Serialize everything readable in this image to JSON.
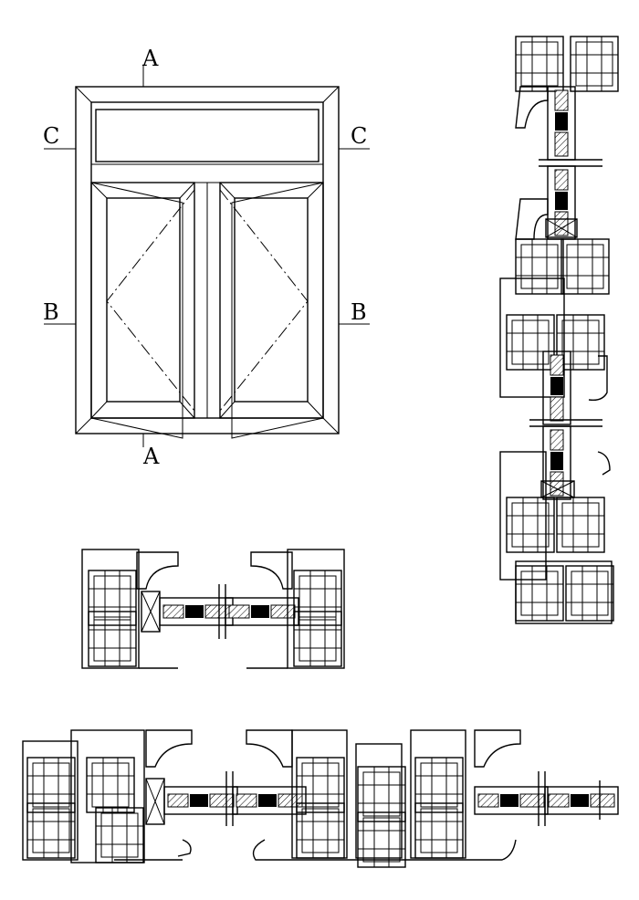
{
  "section_labels": {
    "a_top": "A",
    "a_bottom": "A",
    "b_left": "B",
    "b_right": "B",
    "c_left": "C",
    "c_right": "C"
  }
}
